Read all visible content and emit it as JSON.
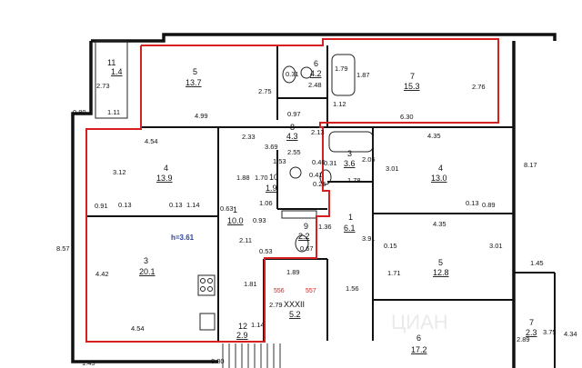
{
  "rooms": [
    {
      "id": "r11",
      "num": "11",
      "area": "1.4"
    },
    {
      "id": "r5top",
      "num": "5",
      "area": "13.7"
    },
    {
      "id": "r6top",
      "num": "6",
      "area": "4.2"
    },
    {
      "id": "r7top",
      "num": "7",
      "area": "15.3"
    },
    {
      "id": "r8",
      "num": "8",
      "area": "4.3"
    },
    {
      "id": "r4l",
      "num": "4",
      "area": "13.9"
    },
    {
      "id": "r10",
      "num": "10",
      "area": "1.9"
    },
    {
      "id": "r9",
      "num": "9",
      "area": "2.2"
    },
    {
      "id": "r3r",
      "num": "3",
      "area": "3.6"
    },
    {
      "id": "r4r",
      "num": "4",
      "area": "13.0"
    },
    {
      "id": "r1l",
      "num": "1",
      "area": "10.0"
    },
    {
      "id": "r1r",
      "num": "1",
      "area": "6.1"
    },
    {
      "id": "r3l",
      "num": "3",
      "area": "20.1"
    },
    {
      "id": "r5r",
      "num": "5",
      "area": "12.8"
    },
    {
      "id": "rxx",
      "num": "XXXII",
      "area": "5.2"
    },
    {
      "id": "r12",
      "num": "12",
      "area": "2.9"
    },
    {
      "id": "r6b",
      "num": "6",
      "area": "17.2"
    },
    {
      "id": "r7b",
      "num": "7",
      "area": "2.3"
    }
  ],
  "dimensions": [
    "2.73",
    "1.11",
    "0.80",
    "4.99",
    "2.75",
    "0.31",
    "2.48",
    "1.79",
    "1.87",
    "6.30",
    "2.76",
    "1.12",
    "0.97",
    "2.13",
    "2.33",
    "3.69",
    "2.55",
    "4.54",
    "3.12",
    "1.88",
    "1.70",
    "1.06",
    "0.91",
    "0.13",
    "0.13",
    "1.14",
    "0.63",
    "0.93",
    "2.11",
    "0.53",
    "0.67",
    "1.36",
    "0.41",
    "1.78",
    "2.05",
    "4.35",
    "3.01",
    "0.13",
    "0.89",
    "8.17",
    "4.35",
    "3.91",
    "0.15",
    "1.71",
    "3.01",
    "8.57",
    "4.42",
    "4.54",
    "1.81",
    "1.89",
    "2.79",
    "1.56",
    "1.14",
    "1.45",
    "2.89",
    "3.75",
    "4.34",
    "1.45",
    "0.31",
    "0.46",
    "1.53",
    "0.26",
    "0.80"
  ],
  "red_labels": [
    "556",
    "557"
  ],
  "height_label": "h=3.61",
  "watermark": "ЦИАН",
  "colors": {
    "highlight": "#d42020",
    "wall": "#111111",
    "height": "#2b3fa0"
  }
}
